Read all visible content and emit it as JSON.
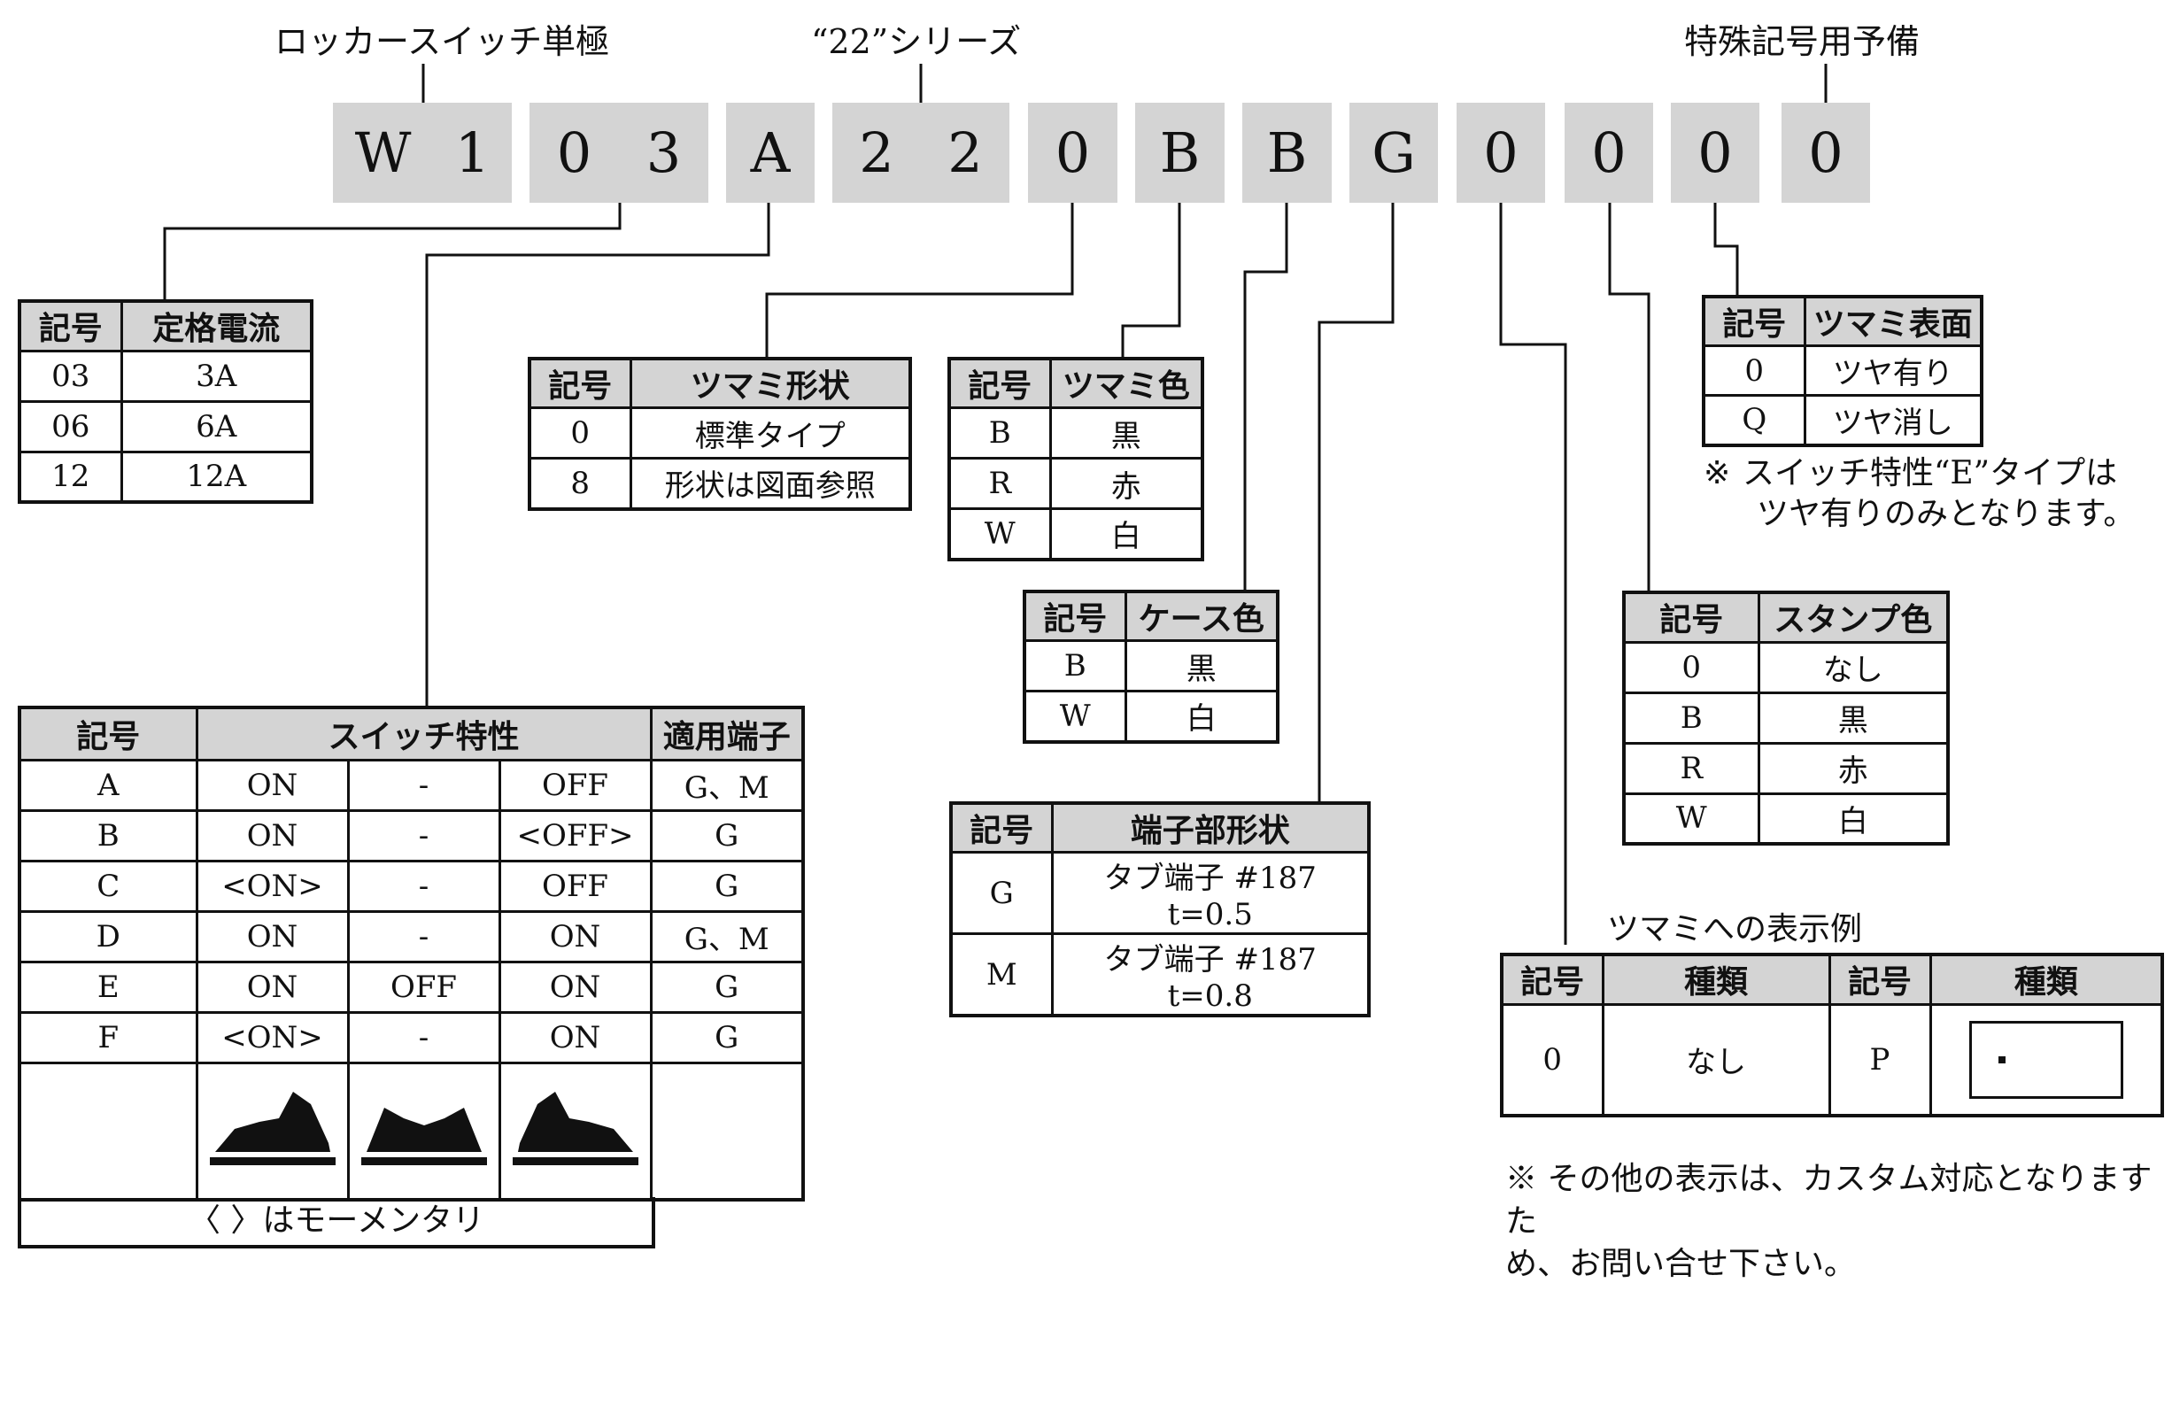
{
  "labels": {
    "rocker": "ロッカースイッチ単極",
    "series": "“22”シリーズ",
    "special": "特殊記号用予備"
  },
  "code_groups": [
    {
      "chars": [
        "W",
        "1"
      ]
    },
    {
      "chars": [
        "0",
        "3"
      ]
    },
    {
      "chars": [
        "A"
      ]
    },
    {
      "chars": [
        "2",
        "2"
      ]
    },
    {
      "chars": [
        "0"
      ]
    },
    {
      "chars": [
        "B"
      ]
    },
    {
      "chars": [
        "B"
      ]
    },
    {
      "chars": [
        "G"
      ]
    },
    {
      "chars": [
        "0"
      ]
    },
    {
      "chars": [
        "0"
      ]
    },
    {
      "chars": [
        "0"
      ]
    },
    {
      "chars": [
        "0"
      ]
    }
  ],
  "rated_current": {
    "headers": [
      "記号",
      "定格電流"
    ],
    "rows": [
      [
        "03",
        "3A"
      ],
      [
        "06",
        "6A"
      ],
      [
        "12",
        "12A"
      ]
    ]
  },
  "knob_shape": {
    "headers": [
      "記号",
      "ツマミ形状"
    ],
    "rows": [
      [
        "0",
        "標準タイプ"
      ],
      [
        "8",
        "形状は図面参照"
      ]
    ]
  },
  "knob_color": {
    "headers": [
      "記号",
      "ツマミ色"
    ],
    "rows": [
      [
        "B",
        "黒"
      ],
      [
        "R",
        "赤"
      ],
      [
        "W",
        "白"
      ]
    ]
  },
  "case_color": {
    "headers": [
      "記号",
      "ケース色"
    ],
    "rows": [
      [
        "B",
        "黒"
      ],
      [
        "W",
        "白"
      ]
    ]
  },
  "terminal_shape": {
    "headers": [
      "記号",
      "端子部形状"
    ],
    "rows": [
      [
        "G",
        "タブ端子 #187　t=0.5"
      ],
      [
        "M",
        "タブ端子 #187　t=0.8"
      ]
    ]
  },
  "knob_surface": {
    "headers": [
      "記号",
      "ツマミ表面"
    ],
    "rows": [
      [
        "0",
        "ツヤ有り"
      ],
      [
        "Q",
        "ツヤ消し"
      ]
    ],
    "note_line1": "スイッチ特性“E”タイプは",
    "note_line2": "ツヤ有りのみとなります。"
  },
  "stamp_color": {
    "headers": [
      "記号",
      "スタンプ色"
    ],
    "rows": [
      [
        "0",
        "なし"
      ],
      [
        "B",
        "黒"
      ],
      [
        "R",
        "赤"
      ],
      [
        "W",
        "白"
      ]
    ]
  },
  "switch_char": {
    "headers": [
      "記号",
      "スイッチ特性",
      "適用端子"
    ],
    "rows": [
      [
        "A",
        "ON",
        "-",
        "OFF",
        "G、M"
      ],
      [
        "B",
        "ON",
        "-",
        "<OFF>",
        "G"
      ],
      [
        "C",
        "<ON>",
        "-",
        "OFF",
        "G"
      ],
      [
        "D",
        "ON",
        "-",
        "ON",
        "G、M"
      ],
      [
        "E",
        "ON",
        "OFF",
        "ON",
        "G"
      ],
      [
        "F",
        "<ON>",
        "-",
        "ON",
        "G"
      ]
    ],
    "footnote": "〈 〉はモーメンタリ"
  },
  "display_example": {
    "caption": "ツマミへの表示例",
    "headers": [
      "記号",
      "種類",
      "記号",
      "種類"
    ],
    "row": [
      "0",
      "なし",
      "P"
    ]
  },
  "bottom_note": {
    "line1": "その他の表示は、カスタム対応となりますた",
    "line2": "め、お問い合せ下さい。"
  },
  "note_mark": "※"
}
